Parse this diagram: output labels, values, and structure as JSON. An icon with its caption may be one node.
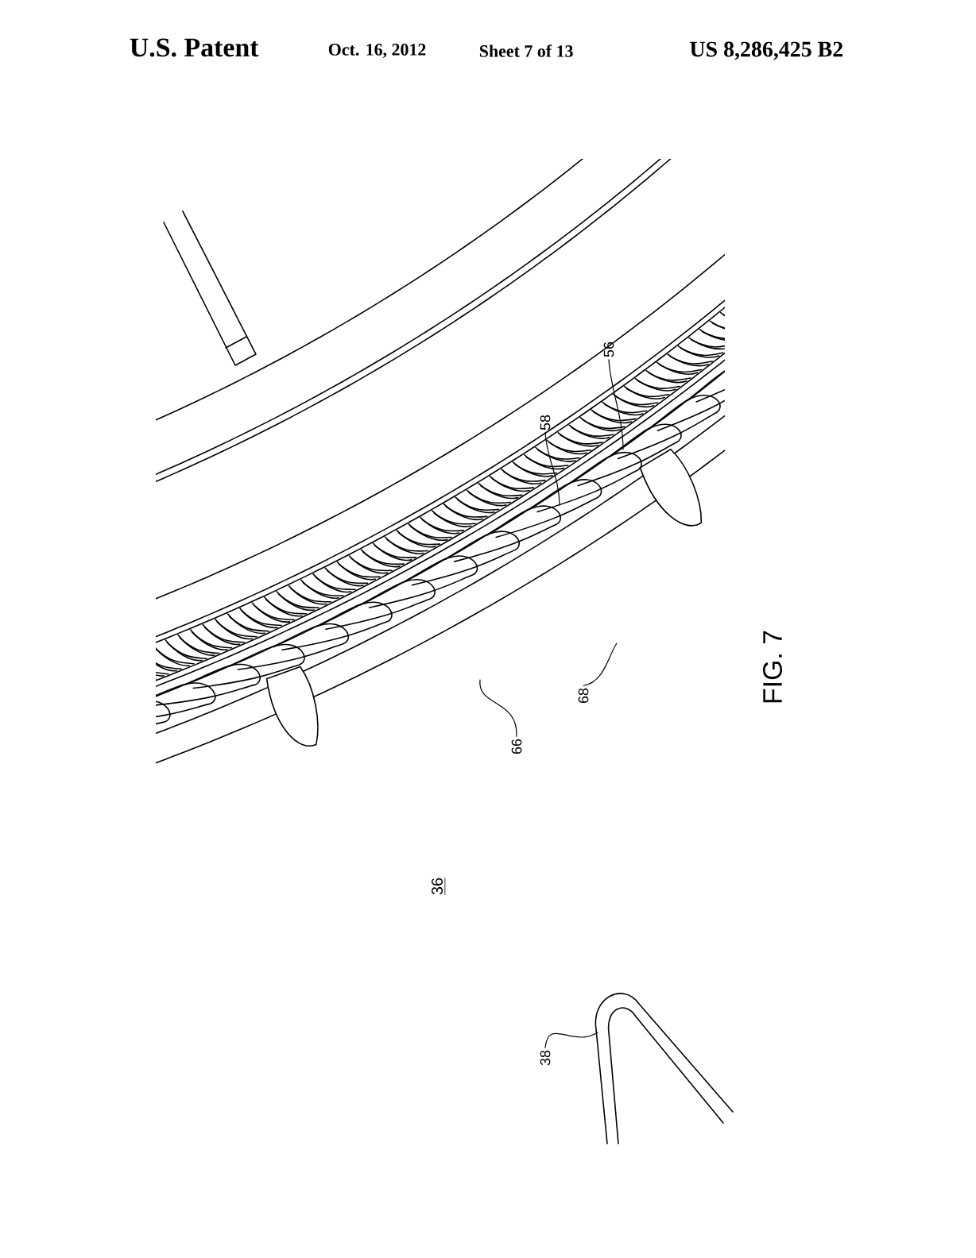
{
  "diagram": {
    "nodes": [
      {
        "text": [
          "56"
        ]
      },
      {
        "text": [
          "58"
        ]
      },
      {
        "text": [
          "66"
        ]
      },
      {
        "text": [
          "68"
        ]
      },
      {
        "text": [
          "38"
        ]
      }
    ],
    "edges": [
      {
        "from": 0,
        "to": null,
        "arrow": "none"
      },
      {
        "from": 1,
        "to": null,
        "arrow": "none"
      },
      {
        "from": 2,
        "to": null,
        "arrow": "none"
      },
      {
        "from": 3,
        "to": null,
        "arrow": "none"
      },
      {
        "from": 4,
        "to": null,
        "arrow": "none"
      }
    ],
    "labels": [
      "U.S. Patent",
      "Oct. 16, 2012",
      "Sheet 7 of 13",
      "US 8,286,425 B2",
      "36",
      "FIG. 7"
    ]
  }
}
